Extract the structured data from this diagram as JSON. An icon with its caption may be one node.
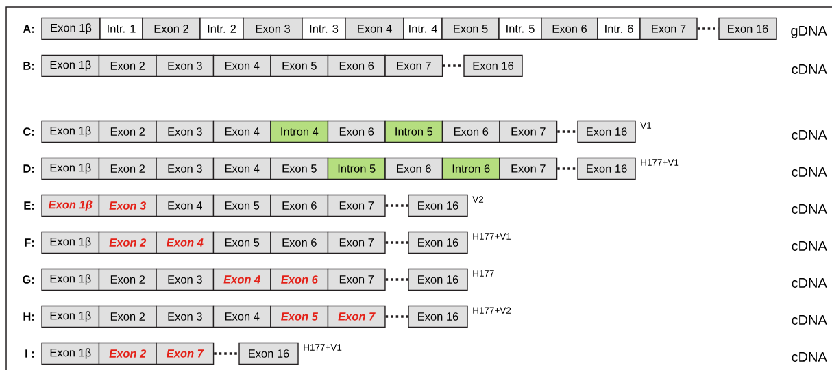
{
  "diagram": {
    "nodes": [
      {
        "text": [
          "Exon 1β"
        ]
      },
      {
        "text": [
          "Intr. 1"
        ]
      },
      {
        "text": [
          "Exon 2"
        ]
      },
      {
        "text": [
          "Intr. 2"
        ]
      },
      {
        "text": [
          "Exon 3"
        ]
      },
      {
        "text": [
          "Intr. 3"
        ]
      },
      {
        "text": [
          "Exon 4"
        ]
      },
      {
        "text": [
          "Intr. 4"
        ]
      },
      {
        "text": [
          "Exon 5"
        ]
      },
      {
        "text": [
          "Intr. 5"
        ]
      },
      {
        "text": [
          "Exon 6"
        ]
      },
      {
        "text": [
          "Intr. 6"
        ]
      },
      {
        "text": [
          "Exon 7"
        ]
      },
      {
        "text": [
          "Exon 16"
        ]
      },
      {
        "text": [
          "Exon 1β"
        ]
      },
      {
        "text": [
          "Exon 2"
        ]
      },
      {
        "text": [
          "Exon 3"
        ]
      },
      {
        "text": [
          "Exon 4"
        ]
      },
      {
        "text": [
          "Exon 5"
        ]
      },
      {
        "text": [
          "Exon 6"
        ]
      },
      {
        "text": [
          "Exon 7"
        ]
      },
      {
        "text": [
          "Exon 16"
        ]
      },
      {
        "text": [
          "Exon 1β"
        ]
      },
      {
        "text": [
          "Exon 2"
        ]
      },
      {
        "text": [
          "Exon 3"
        ]
      },
      {
        "text": [
          "Exon 4"
        ]
      },
      {
        "text": [
          "Intron 4"
        ]
      },
      {
        "text": [
          "Exon 6"
        ]
      },
      {
        "text": [
          "Intron 5"
        ]
      },
      {
        "text": [
          "Exon 6"
        ]
      },
      {
        "text": [
          "Exon 7"
        ]
      },
      {
        "text": [
          "Exon 16"
        ],
        "beside": [
          "V1"
        ]
      },
      {
        "text": [
          "Exon 1β"
        ]
      },
      {
        "text": [
          "Exon 2"
        ]
      },
      {
        "text": [
          "Exon 3"
        ]
      },
      {
        "text": [
          "Exon 4"
        ]
      },
      {
        "text": [
          "Exon 5"
        ]
      },
      {
        "text": [
          "Intron 5"
        ]
      },
      {
        "text": [
          "Exon 6"
        ]
      },
      {
        "text": [
          "Intron 6"
        ]
      },
      {
        "text": [
          "Exon 7"
        ]
      },
      {
        "text": [
          "Exon 16"
        ],
        "beside": [
          "H177+V1"
        ]
      },
      {
        "text": [
          "Exon 1β"
        ]
      },
      {
        "text": [
          "Exon 3"
        ]
      },
      {
        "text": [
          "Exon 4"
        ]
      },
      {
        "text": [
          "Exon 5"
        ]
      },
      {
        "text": [
          "Exon 6"
        ]
      },
      {
        "text": [
          "Exon 7"
        ]
      },
      {
        "text": [
          "Exon 16"
        ],
        "beside": [
          "V2"
        ]
      },
      {
        "text": [
          "Exon 1β"
        ]
      },
      {
        "text": [
          "Exon 2"
        ]
      },
      {
        "text": [
          "Exon 4"
        ]
      },
      {
        "text": [
          "Exon 5"
        ]
      },
      {
        "text": [
          "Exon 6"
        ]
      },
      {
        "text": [
          "Exon 7"
        ]
      },
      {
        "text": [
          "Exon 16"
        ],
        "beside": [
          "H177+V1"
        ]
      },
      {
        "text": [
          "Exon 1β"
        ]
      },
      {
        "text": [
          "Exon 2"
        ]
      },
      {
        "text": [
          "Exon 3"
        ]
      },
      {
        "text": [
          "Exon 4"
        ]
      },
      {
        "text": [
          "Exon 6"
        ]
      },
      {
        "text": [
          "Exon 7"
        ]
      },
      {
        "text": [
          "Exon 16"
        ],
        "beside": [
          "H177"
        ]
      },
      {
        "text": [
          "Exon 1β"
        ]
      },
      {
        "text": [
          "Exon 2"
        ]
      },
      {
        "text": [
          "Exon 3"
        ]
      },
      {
        "text": [
          "Exon 4"
        ]
      },
      {
        "text": [
          "Exon 5"
        ]
      },
      {
        "text": [
          "Exon 7"
        ]
      },
      {
        "text": [
          "Exon 16"
        ],
        "beside": [
          "H177+V2"
        ]
      },
      {
        "text": [
          "Exon 1β"
        ]
      },
      {
        "text": [
          "Exon 2"
        ]
      },
      {
        "text": [
          "Exon 7"
        ]
      },
      {
        "text": [
          "Exon 16"
        ],
        "beside": [
          "H177+V1"
        ]
      }
    ],
    "edges": [
      {
        "from": 12,
        "to": 13,
        "arrow": "none"
      },
      {
        "from": 20,
        "to": 21,
        "arrow": "none"
      },
      {
        "from": 30,
        "to": 31,
        "arrow": "none"
      },
      {
        "from": 40,
        "to": 41,
        "arrow": "none"
      },
      {
        "from": 47,
        "to": 48,
        "arrow": "none"
      },
      {
        "from": 54,
        "to": 55,
        "arrow": "none"
      },
      {
        "from": 61,
        "to": 62,
        "arrow": "none"
      },
      {
        "from": 68,
        "to": 69,
        "arrow": "none"
      },
      {
        "from": 72,
        "to": 73,
        "arrow": "none"
      }
    ],
    "labels": [
      "A:",
      "gDNA",
      "B:",
      "cDNA",
      "C:",
      "cDNA",
      "D:",
      "cDNA",
      "E:",
      "cDNA",
      "F:",
      "cDNA",
      "G:",
      "cDNA",
      "H:",
      "cDNA",
      "I :",
      "cDNA"
    ]
  }
}
